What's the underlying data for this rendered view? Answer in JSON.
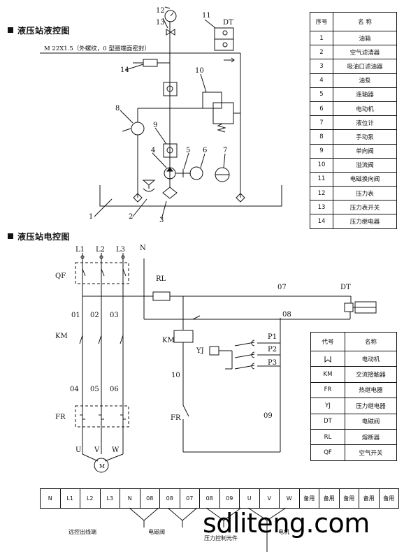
{
  "hydraulic": {
    "title": "液压站液控图",
    "port_note": "M 22X1.5（外螺纹，0 型圈端面密封）",
    "valve_code": "DT",
    "callouts": [
      "1",
      "2",
      "3",
      "4",
      "5",
      "6",
      "7",
      "8",
      "9",
      "10",
      "11",
      "12",
      "13",
      "14"
    ]
  },
  "electric": {
    "title": "液压站电控图",
    "lines": [
      "L1",
      "L2",
      "L3",
      "N"
    ],
    "qf": "QF",
    "km": "KM",
    "fr": "FR",
    "yj": "YJ",
    "rl": "RL",
    "dt": "DT",
    "wires_top": [
      "01",
      "02",
      "03"
    ],
    "wires_mid": [
      "04",
      "05",
      "06"
    ],
    "motor_terms": [
      "U",
      "V",
      "W"
    ],
    "wire_07": "07",
    "wire_08": "08",
    "wire_09": "09",
    "wire_10": "10",
    "p_labels": [
      "P1",
      "P2",
      "P3"
    ]
  },
  "parts_table": {
    "headers": [
      "序号",
      "名 称"
    ],
    "rows": [
      [
        "1",
        "油箱"
      ],
      [
        "2",
        "空气滤清器"
      ],
      [
        "3",
        "吸油口滤油器"
      ],
      [
        "4",
        "油泵"
      ],
      [
        "5",
        "连轴器"
      ],
      [
        "6",
        "电动机"
      ],
      [
        "7",
        "液位计"
      ],
      [
        "8",
        "手动泵"
      ],
      [
        "9",
        "单向阀"
      ],
      [
        "10",
        "溢流阀"
      ],
      [
        "11",
        "电磁换向阀"
      ],
      [
        "12",
        "压力表"
      ],
      [
        "13",
        "压力表开关"
      ],
      [
        "14",
        "压力继电器"
      ]
    ]
  },
  "code_table": {
    "headers": [
      "代号",
      "名称"
    ],
    "rows": [
      {
        "code": "",
        "name": "电动机",
        "icon": "motor-winding-icon"
      },
      {
        "code": "KM",
        "name": "交流接触器"
      },
      {
        "code": "FR",
        "name": "热继电器"
      },
      {
        "code": "YJ",
        "name": "压力继电器"
      },
      {
        "code": "DT",
        "name": "电磁阀"
      },
      {
        "code": "RL",
        "name": "熔断器"
      },
      {
        "code": "QF",
        "name": "空气开关"
      }
    ]
  },
  "terminals": {
    "cells": [
      "N",
      "L1",
      "L2",
      "L3",
      "N",
      "08",
      "08",
      "07",
      "08",
      "09",
      "U",
      "V",
      "W",
      "备用",
      "备用",
      "备用",
      "备用",
      "备用"
    ],
    "labels": [
      "远控出线端",
      "电磁阀",
      "压力控制元件",
      "电机"
    ]
  },
  "watermark": "sdliteng.com"
}
